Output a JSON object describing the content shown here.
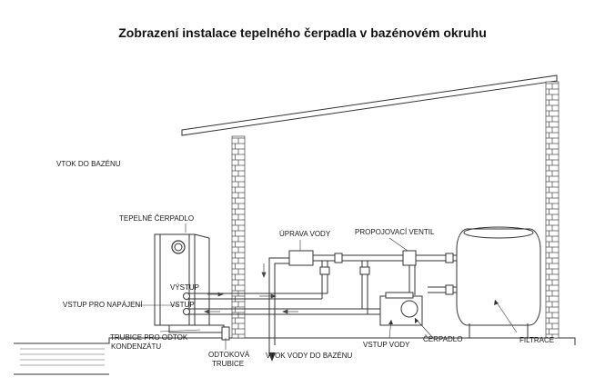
{
  "title": "Zobrazení instalace tepelného čerpadla v bazénovém okruhu",
  "labels": {
    "pool_inlet": "VTOK DO BAZÉNU",
    "heat_pump": "TEPELNÉ ČERPADLO",
    "output": "VÝSTUP",
    "input": "VSTUP",
    "power_input": "VSTUP PRO NAPÁJENÍ",
    "condensate_pipe_1": "TRUBICE PRO ODTOK",
    "condensate_pipe_2": "KONDENZÁTU",
    "drain_pipe_1": "ODTOKOVÁ",
    "drain_pipe_2": "TRUBICE",
    "pool_water_inlet": "VTOK VODY DO BAZÉNU",
    "water_treatment": "ÚPRAVA VODY",
    "bypass_valve": "PROPOJOVACÍ VENTIL",
    "water_input": "VSTUP VODY",
    "pump": "ČERPADLO",
    "filter": "FILTRACE"
  }
}
